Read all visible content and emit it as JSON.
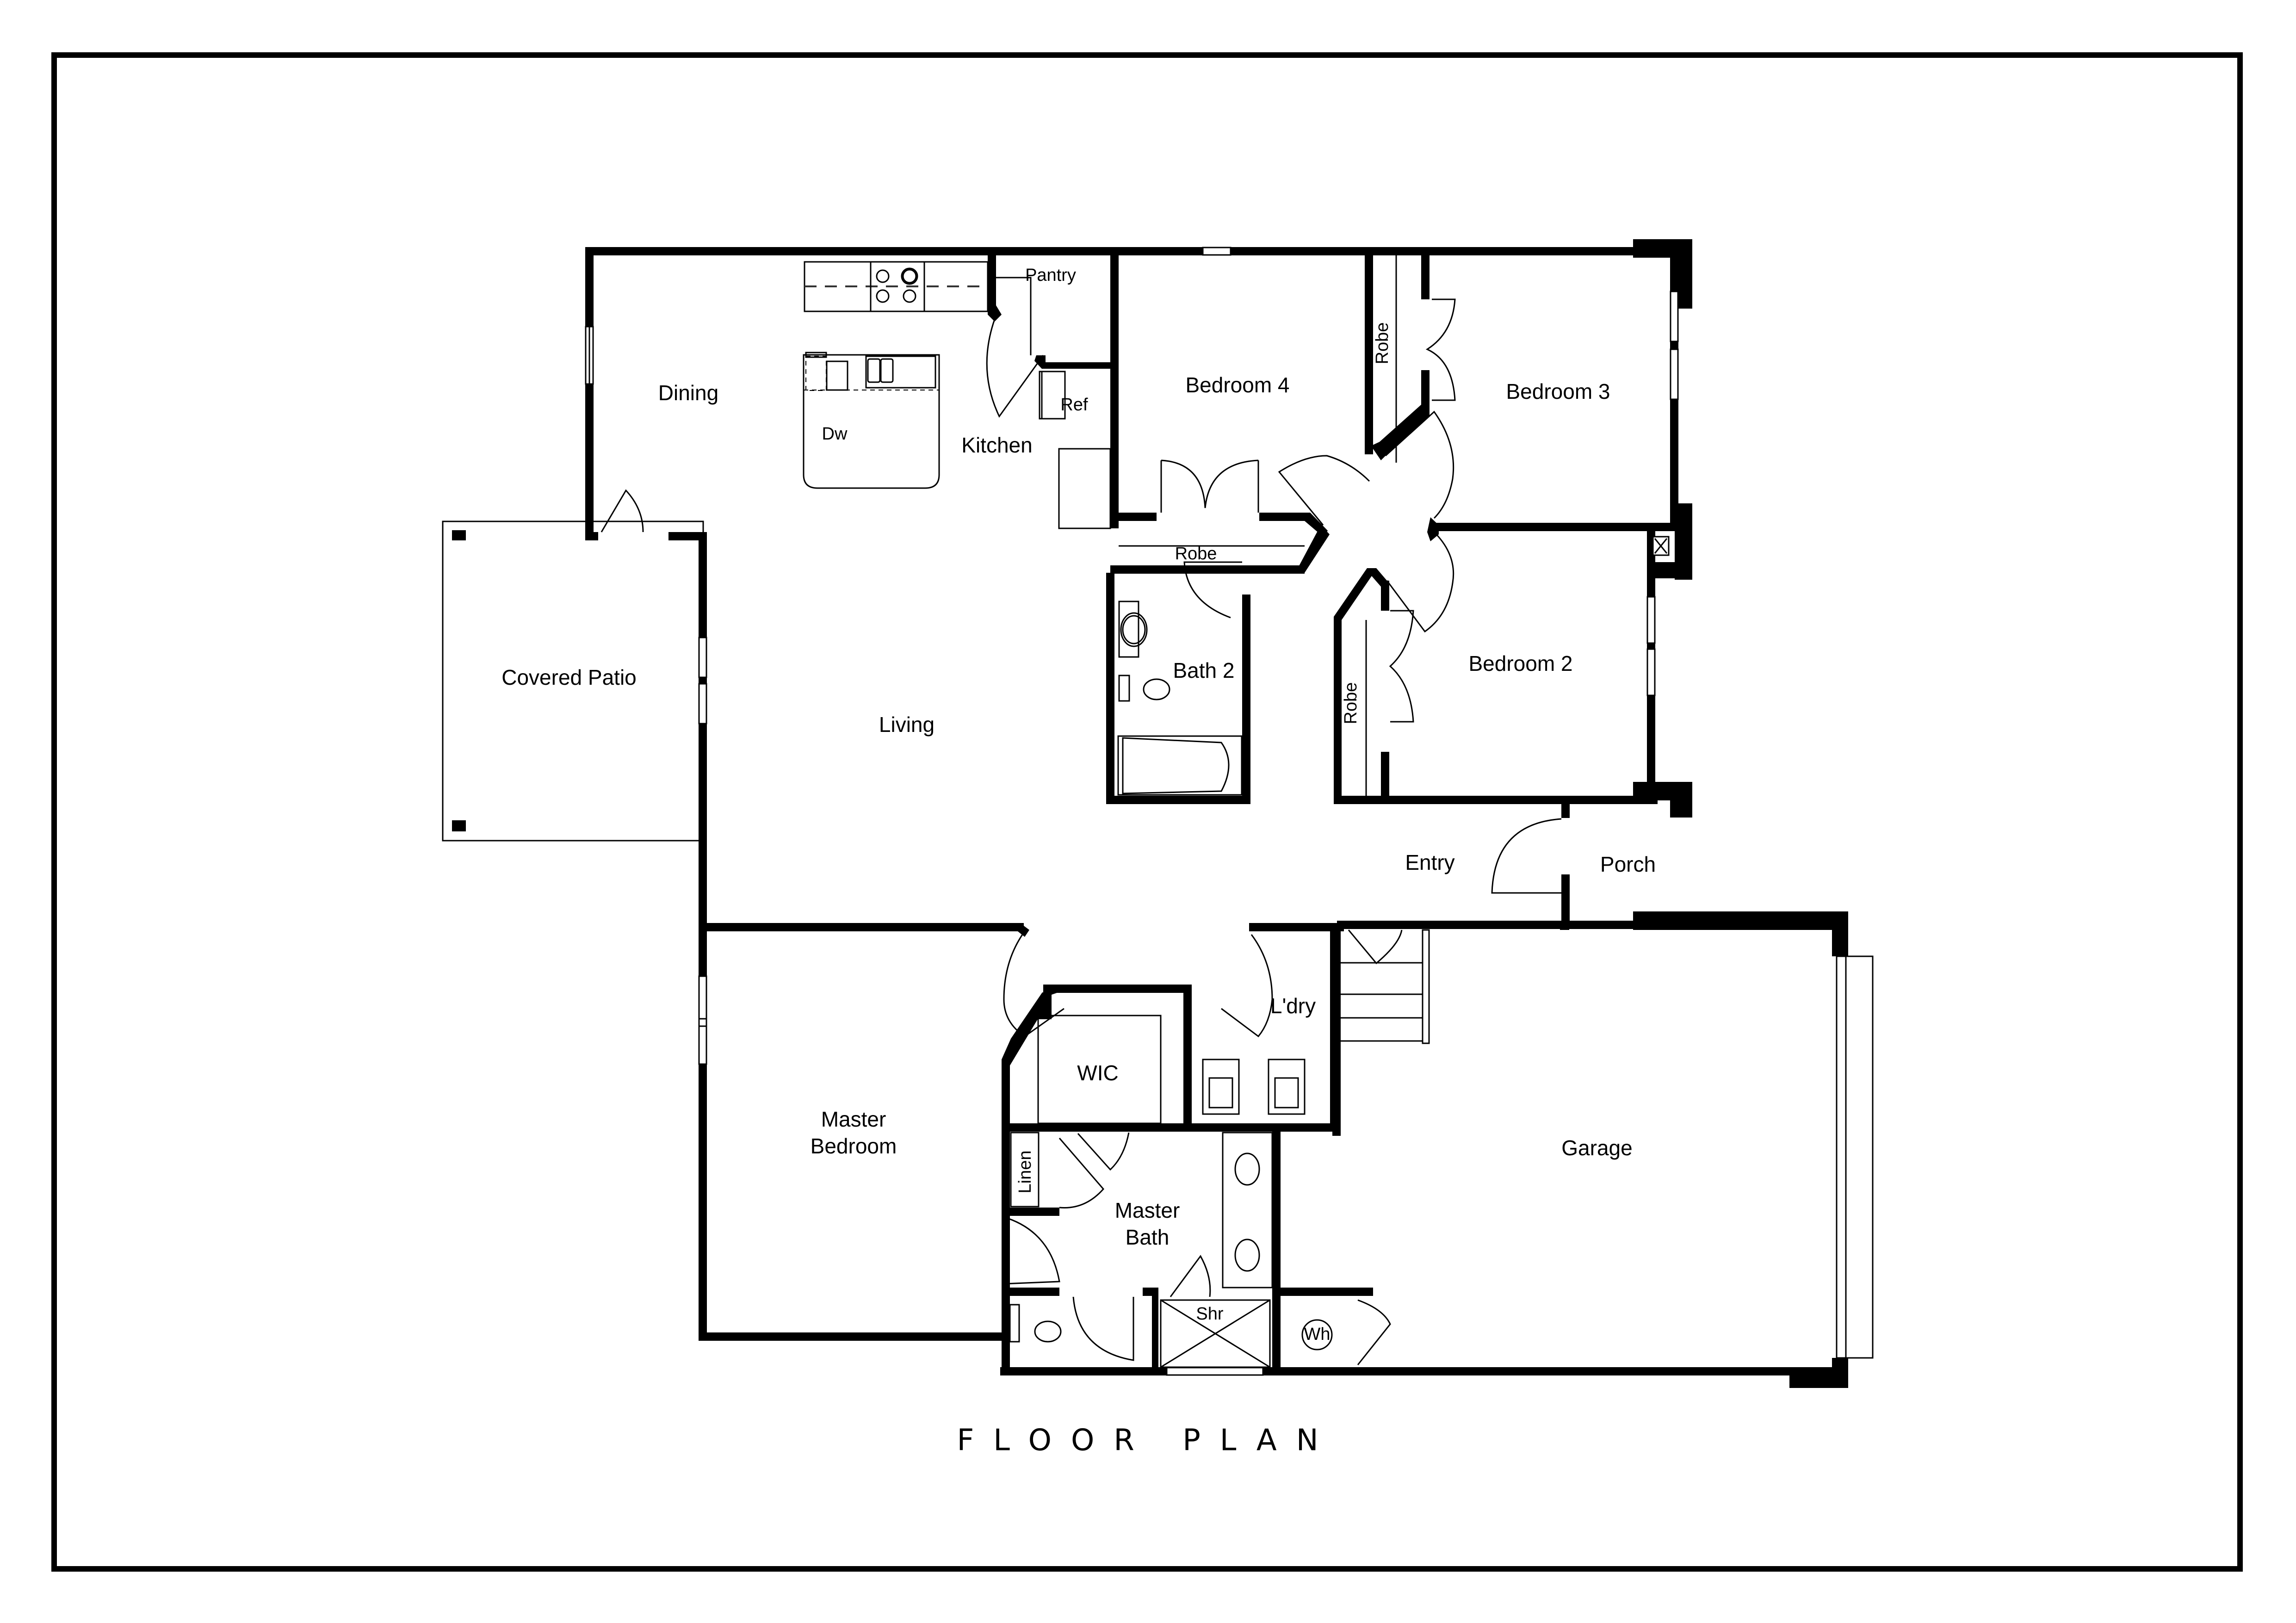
{
  "title": "FLOOR PLAN",
  "colors": {
    "wall": "#000000",
    "background": "#ffffff",
    "line": "#000000"
  },
  "rooms": {
    "dining": "Dining",
    "kitchen": "Kitchen",
    "pantry": "Pantry",
    "ref": "Ref",
    "dw": "Dw",
    "living": "Living",
    "covered_patio": "Covered Patio",
    "bedroom4": "Bedroom 4",
    "bedroom4_robe": "Robe",
    "bedroom3": "Bedroom 3",
    "bedroom3_robe": "Robe",
    "bedroom2": "Bedroom 2",
    "bedroom2_robe": "Robe",
    "bath2": "Bath 2",
    "entry": "Entry",
    "porch": "Porch",
    "master_bedroom_line1": "Master",
    "master_bedroom_line2": "Bedroom",
    "wic": "WIC",
    "laundry": "L'dry",
    "linen": "Linen",
    "master_bath_line1": "Master",
    "master_bath_line2": "Bath",
    "shower": "Shr",
    "water_heater": "Wh",
    "garage": "Garage"
  }
}
